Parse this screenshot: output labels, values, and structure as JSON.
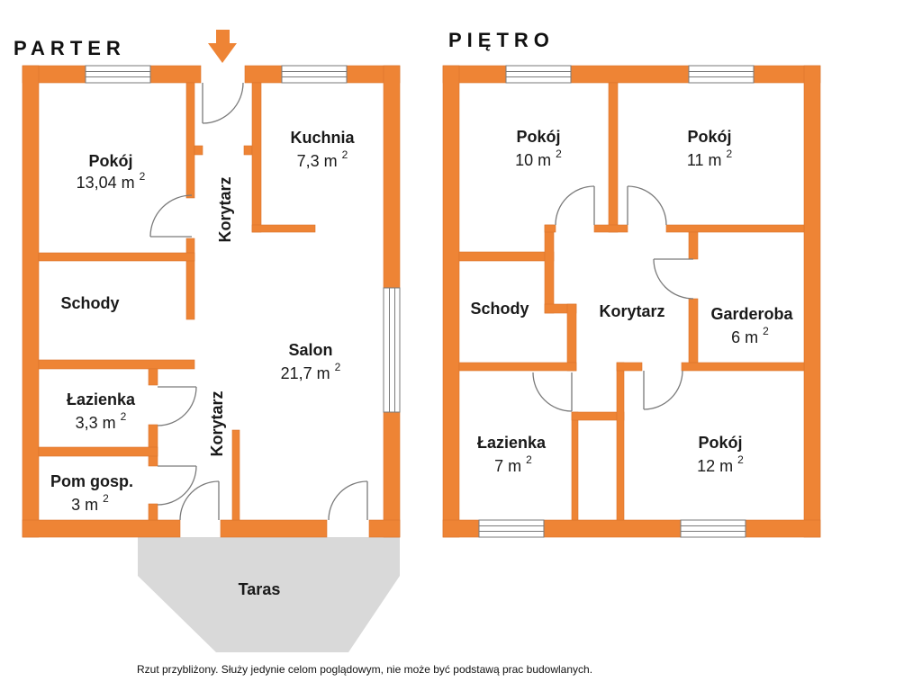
{
  "parter": {
    "title": "PARTER",
    "pokoj": {
      "name": "Pokój",
      "area": "13,04 m",
      "sup": "2"
    },
    "kuchnia": {
      "name": "Kuchnia",
      "area": "7,3 m",
      "sup": "2"
    },
    "korytarz_gorny": {
      "name": "Korytarz"
    },
    "schody": {
      "name": "Schody"
    },
    "salon": {
      "name": "Salon",
      "area": "21,7 m",
      "sup": "2"
    },
    "lazienka": {
      "name": "Łazienka",
      "area": "3,3 m",
      "sup": "2"
    },
    "korytarz_dolny": {
      "name": "Korytarz"
    },
    "pom_gosp": {
      "name": "Pom gosp.",
      "area": "3 m",
      "sup": "2"
    },
    "taras": {
      "name": "Taras"
    }
  },
  "pietro": {
    "title": "PIĘTRO",
    "pokoj_1": {
      "name": "Pokój",
      "area": "10 m",
      "sup": "2"
    },
    "pokoj_2": {
      "name": "Pokój",
      "area": "11 m",
      "sup": "2"
    },
    "schody": {
      "name": "Schody"
    },
    "korytarz": {
      "name": "Korytarz"
    },
    "garderoba": {
      "name": "Garderoba",
      "area": "6 m",
      "sup": "2"
    },
    "lazienka": {
      "name": "Łazienka",
      "area": "7 m",
      "sup": "2"
    },
    "pokoj_3": {
      "name": "Pokój",
      "area": "12 m",
      "sup": "2"
    }
  },
  "footer": "Rzut przybliżony. Służy jedynie celom poglądowym, nie może być podstawą prac budowlanych.",
  "icons": {
    "entrance": "arrow-down-icon"
  },
  "colors": {
    "wall": "#EE8435",
    "wall_edge": "#D9732B",
    "terrace": "#D9D9D9",
    "window": "#FFFFFF",
    "line": "#7A7A7A",
    "text": "#1A1A1A"
  }
}
